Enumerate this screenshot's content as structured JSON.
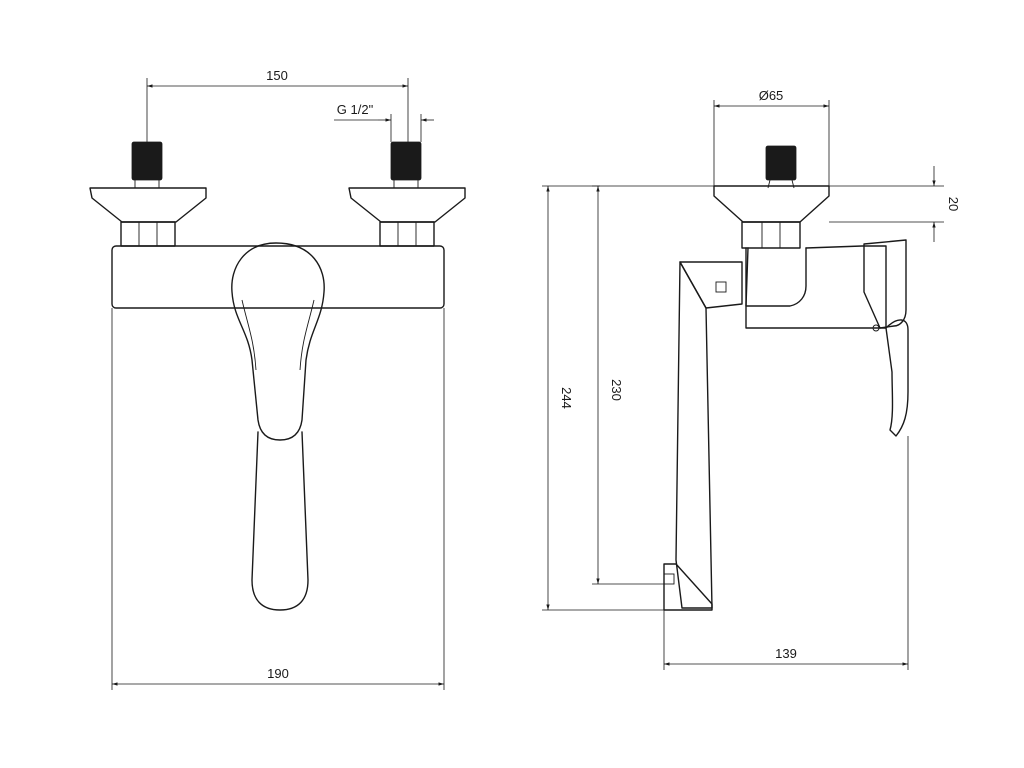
{
  "dimensions": {
    "inlet_spacing": "150",
    "thread_size": "G 1/2\"",
    "rosette_diameter": "Ø65",
    "rosette_depth": "20",
    "total_height": "244",
    "spout_height": "230",
    "overall_width": "190",
    "projection": "139"
  },
  "colors": {
    "line": "#1a1a1a",
    "thread": "#1a1a1a",
    "background": "#ffffff"
  }
}
